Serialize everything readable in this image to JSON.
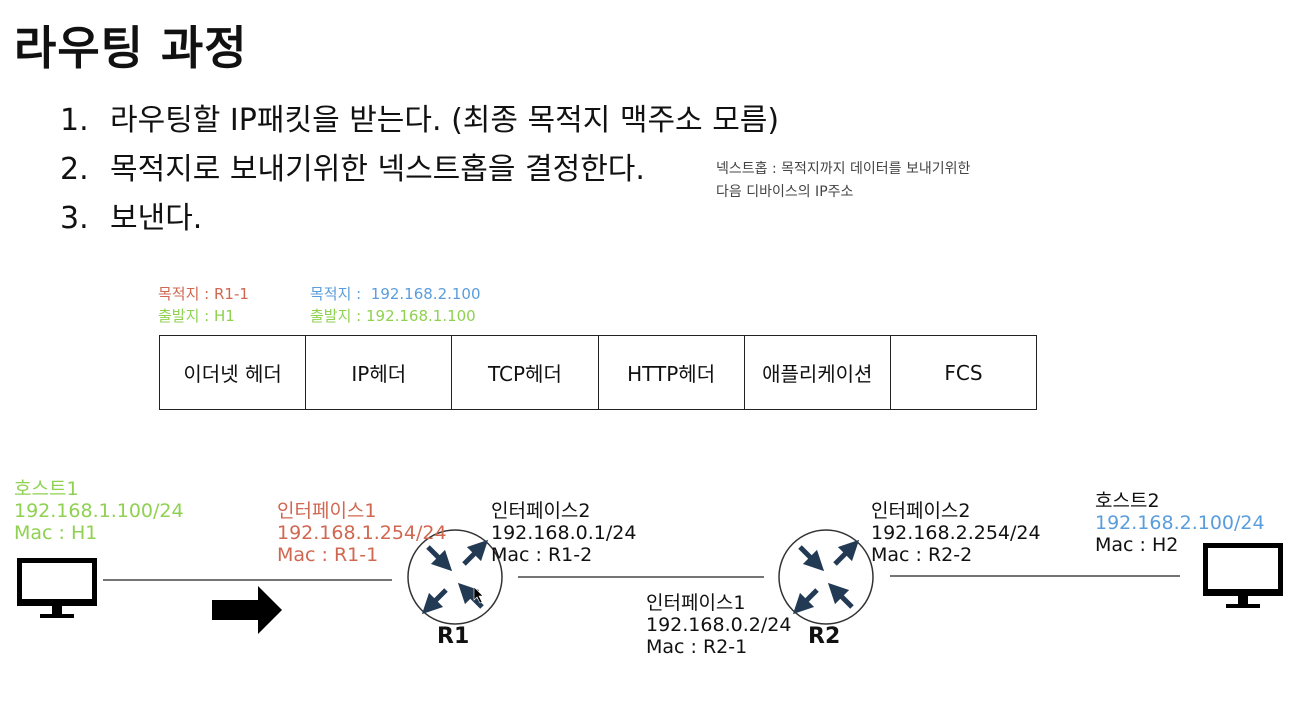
{
  "title": "라우팅 과정",
  "steps": [
    {
      "num": "1.",
      "text": "라우팅할 IP패킷을 받는다. (최종 목적지 맥주소 모름)"
    },
    {
      "num": "2.",
      "text": "목적지로 보내기위한 넥스트홉을 결정한다."
    },
    {
      "num": "3.",
      "text": "보낸다."
    }
  ],
  "note": {
    "line1": "넥스트홉 : 목적지까지 데이터를 보내기위한",
    "line2": "다음 디바이스의 IP주소"
  },
  "ethernet_header": {
    "dest": "목적지 :  R1-1",
    "src": "출발지 : H1"
  },
  "ip_header": {
    "dest_label": "목적지 :",
    "dest_value": "192.168.2.100",
    "src": "출발지 : 192.168.1.100"
  },
  "packet_fields": [
    "이더넷 헤더",
    "IP헤더",
    "TCP헤더",
    "HTTP헤더",
    "애플리케이션",
    "FCS"
  ],
  "host1": {
    "name": "호스트1",
    "ip": "192.168.1.100/24",
    "mac": "Mac : H1"
  },
  "r1_if1": {
    "name": "인터페이스1",
    "ip": "192.168.1.254/24",
    "mac": "Mac : R1-1"
  },
  "r1_if2": {
    "name": "인터페이스2",
    "ip": "192.168.0.1/24",
    "mac": "Mac : R1-2"
  },
  "r2_if1": {
    "name": "인터페이스1",
    "ip": "192.168.0.2/24",
    "mac": "Mac : R2-1"
  },
  "r2_if2": {
    "name": "인터페이스2",
    "ip": "192.168.2.254/24",
    "mac": "Mac : R2-2"
  },
  "host2": {
    "name": "호스트2",
    "ip": "192.168.2.100/24",
    "mac": "Mac : H2"
  },
  "routers": {
    "r1": "R1",
    "r2": "R2"
  },
  "colors": {
    "red": "#d06750",
    "green": "#8fd150",
    "blue": "#5a9ddc",
    "router_arrow": "#233a54"
  }
}
